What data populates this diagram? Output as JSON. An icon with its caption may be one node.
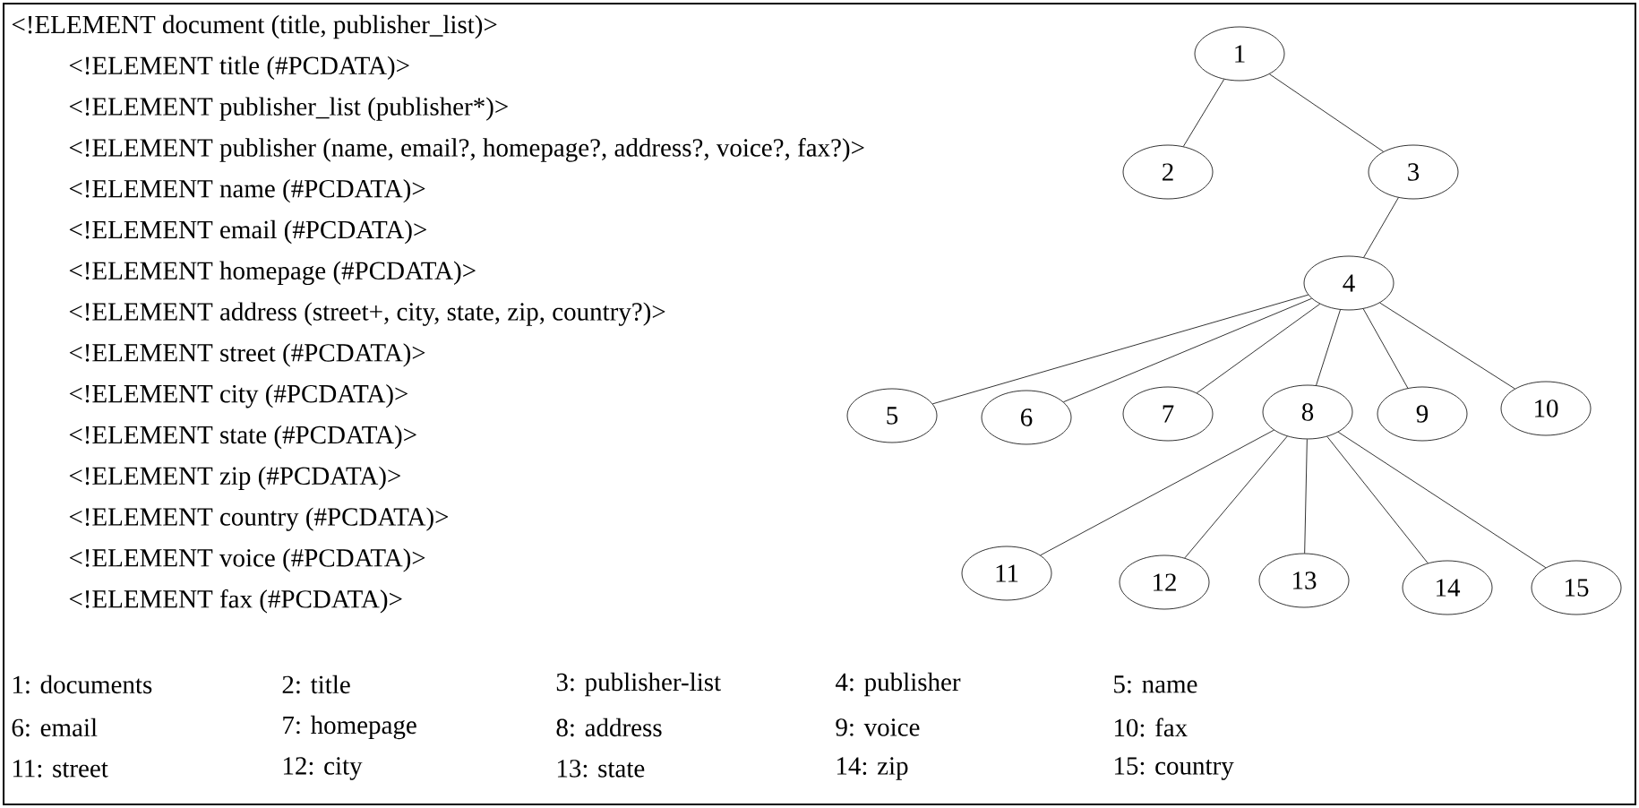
{
  "diagram": {
    "nodes": [
      {
        "text": [
          "1"
        ]
      },
      {
        "text": [
          "2"
        ]
      },
      {
        "text": [
          "3"
        ]
      },
      {
        "text": [
          "4"
        ]
      },
      {
        "text": [
          "5"
        ]
      },
      {
        "text": [
          "6"
        ]
      },
      {
        "text": [
          "7"
        ]
      },
      {
        "text": [
          "8"
        ]
      },
      {
        "text": [
          "9"
        ]
      },
      {
        "text": [
          "10"
        ]
      },
      {
        "text": [
          "11"
        ]
      },
      {
        "text": [
          "12"
        ]
      },
      {
        "text": [
          "13"
        ]
      },
      {
        "text": [
          "14"
        ]
      },
      {
        "text": [
          "15"
        ]
      }
    ],
    "edges": [
      {
        "from": 0,
        "to": 1,
        "arrow": "none"
      },
      {
        "from": 0,
        "to": 2,
        "arrow": "none"
      },
      {
        "from": 2,
        "to": 3,
        "arrow": "none"
      },
      {
        "from": 3,
        "to": 4,
        "arrow": "none"
      },
      {
        "from": 3,
        "to": 5,
        "arrow": "none"
      },
      {
        "from": 3,
        "to": 6,
        "arrow": "none"
      },
      {
        "from": 3,
        "to": 7,
        "arrow": "none"
      },
      {
        "from": 3,
        "to": 8,
        "arrow": "none"
      },
      {
        "from": 3,
        "to": 9,
        "arrow": "none"
      },
      {
        "from": 7,
        "to": 10,
        "arrow": "none"
      },
      {
        "from": 7,
        "to": 11,
        "arrow": "none"
      },
      {
        "from": 7,
        "to": 12,
        "arrow": "none"
      },
      {
        "from": 7,
        "to": 13,
        "arrow": "none"
      },
      {
        "from": 7,
        "to": 14,
        "arrow": "none"
      }
    ],
    "labels": [
      "<!ELEMENT document (title, publisher_list)>",
      "<!ELEMENT title (#PCDATA)>",
      "<!ELEMENT publisher_list (publisher*)>",
      "<!ELEMENT publisher (name, email?, homepage?, address?, voice?, fax?)>",
      "<!ELEMENT name (#PCDATA)>",
      "<!ELEMENT email (#PCDATA)>",
      "<!ELEMENT homepage (#PCDATA)>",
      "<!ELEMENT address (street+, city, state, zip, country?)>",
      "<!ELEMENT street (#PCDATA)>",
      "<!ELEMENT city (#PCDATA)>",
      "<!ELEMENT state (#PCDATA)>",
      "<!ELEMENT zip (#PCDATA)>",
      "<!ELEMENT country (#PCDATA)>",
      "<!ELEMENT voice (#PCDATA)>",
      "<!ELEMENT fax (#PCDATA)>",
      "1: documents",
      "2: title",
      "3: publisher-list",
      "4: publisher",
      "5: name",
      "6: email",
      "7: homepage",
      "8: address",
      "9: voice",
      "10: fax",
      "11: street",
      "12: city",
      "13: state",
      "14: zip",
      "15: country"
    ]
  }
}
